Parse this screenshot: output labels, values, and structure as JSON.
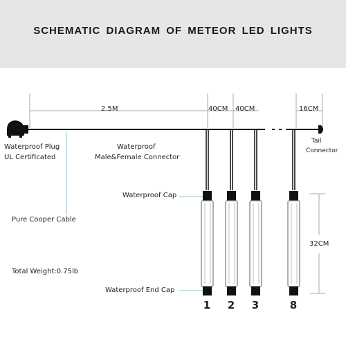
{
  "title": "SCHEMATIC DIAGRAM OF METEOR LED LIGHTS",
  "dimensions": {
    "lead": "2.5M",
    "spacing_1": "40CM",
    "spacing_2": "40CM",
    "tail": "16CM",
    "tube_length": "32CM"
  },
  "labels": {
    "plug_line1": "Waterproof Plug",
    "plug_line2": "UL Certificated",
    "connector_line1": "Waterproof",
    "connector_line2": "Male&Female Connector",
    "tail_line1": "Tail",
    "tail_line2": "Connector",
    "cap": "Waterproof Cap",
    "cable": "Pure Cooper Cable",
    "weight": "Total  Weight:0.75lb",
    "end_cap": "Waterproof End Cap"
  },
  "tubes": [
    "1",
    "2",
    "3",
    "8"
  ]
}
